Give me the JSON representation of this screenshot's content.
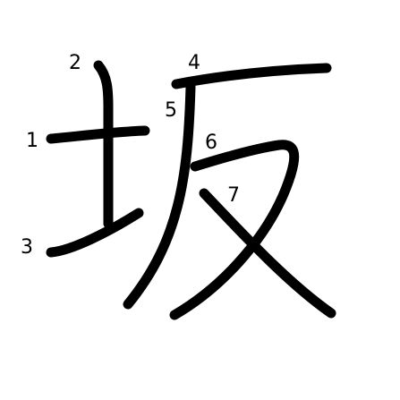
{
  "character": "坂",
  "colors": {
    "background": "#ffffff",
    "stroke": "#000000",
    "number": "#000000"
  },
  "strokes": [
    {
      "number": "1"
    },
    {
      "number": "2"
    },
    {
      "number": "3"
    },
    {
      "number": "4"
    },
    {
      "number": "5"
    },
    {
      "number": "6"
    },
    {
      "number": "7"
    }
  ]
}
